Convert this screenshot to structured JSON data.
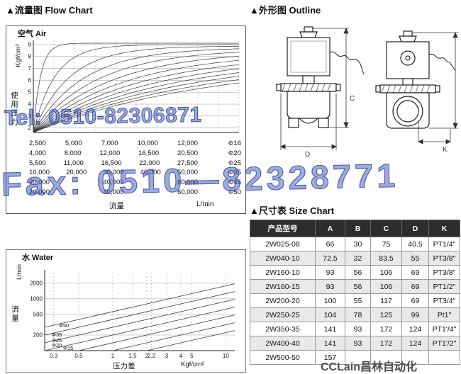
{
  "page": {
    "flow_heading": "▲流量图  Flow Chart",
    "outline_heading": "▲外形图  Outline",
    "size_heading": "▲尺寸表  Size Chart"
  },
  "watermarks": {
    "tel": "Tel: 0510-82306871",
    "fax": "Fax: 0510—82328771",
    "logo": "CCLain昌林自动化"
  },
  "chart_data": [
    {
      "type": "line",
      "id": "air-flow-chart",
      "title": "空气 Air",
      "y_axis": {
        "unit": "Kgf/cm²",
        "label": "使用压力",
        "ticks": [
          9,
          8,
          7,
          6,
          5,
          4,
          3,
          2
        ]
      },
      "x_axis": {
        "label": "流量",
        "unit": "L/min"
      },
      "grid": "on",
      "curve_count": 13,
      "flow_table": [
        {
          "values": [
            "2,500",
            "5,000",
            "7,000",
            "10,000",
            "12,000"
          ],
          "size": "Φ16"
        },
        {
          "values": [
            "4,000",
            "8,000",
            "12,000",
            "16,500",
            "20,500"
          ],
          "size": "Φ20"
        },
        {
          "values": [
            "5,500",
            "11,000",
            "16,500",
            "22,000",
            "27,500"
          ],
          "size": "Φ25"
        },
        {
          "values": [
            "10,000",
            "20,000",
            "30,000",
            "40,000",
            "50,000"
          ],
          "size": "Φ35"
        },
        {
          "values": [
            "20,000",
            "40,000",
            "60,000"
          ],
          "size": "Φ45"
        },
        {
          "values": [
            "20,000",
            "40,000",
            "60,000"
          ],
          "size": "Φ50"
        }
      ]
    },
    {
      "type": "line",
      "id": "water-flow-chart",
      "title": "水  Water",
      "y_axis": {
        "label": "流量",
        "unit": "L/min",
        "ticks": [
          2000,
          1000,
          500,
          200
        ],
        "scale": "log"
      },
      "x_axis": {
        "label": "压力差",
        "unit": "Kgf/cm²",
        "ticks": [
          0.3,
          0.5,
          1,
          1.5,
          2,
          2.2,
          3,
          4,
          5,
          10
        ],
        "scale": "log"
      },
      "grid": "on",
      "line_count": 7,
      "line_labels": [
        "Φ50",
        "Φ35",
        "Φ25",
        "Φ20",
        "Φ15"
      ]
    }
  ],
  "outline": {
    "dim_c": "C",
    "dim_d": "D",
    "dim_k": "K"
  },
  "size_chart": {
    "columns": [
      "产品型号",
      "A",
      "B",
      "C",
      "D",
      "K"
    ],
    "rows": [
      [
        "2W025-08",
        "66",
        "30",
        "75",
        "40.5",
        "PT1/4\""
      ],
      [
        "2W040-10",
        "72.5",
        "32",
        "83.5",
        "55",
        "PT3/8\""
      ],
      [
        "2W160-10",
        "93",
        "56",
        "106",
        "69",
        "PT3/8\""
      ],
      [
        "2W160-15",
        "93",
        "56",
        "106",
        "69",
        "PT1/2\""
      ],
      [
        "2W200-20",
        "100",
        "55",
        "117",
        "69",
        "PT3/4\""
      ],
      [
        "2W250-25",
        "104",
        "78",
        "125",
        "99",
        "Pt1\""
      ],
      [
        "2W350-35",
        "141",
        "93",
        "172",
        "124",
        "PT1'/4\""
      ],
      [
        "2W400-40",
        "141",
        "93",
        "172",
        "124",
        "PT1'/2\""
      ],
      [
        "2W500-50",
        "157",
        "",
        "",
        "",
        ""
      ]
    ]
  }
}
